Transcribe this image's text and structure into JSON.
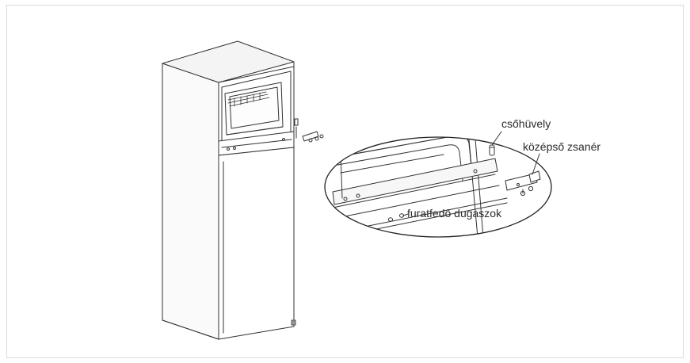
{
  "labels": {
    "sleeve": "csőhüvely",
    "middle_hinge": "középső zsanér",
    "hole_plugs": "furatfedő dugaszok"
  },
  "icons": {
    "refrigerator": "refrigerator-illustration",
    "detail_zoom": "hinge-detail-ellipse"
  }
}
